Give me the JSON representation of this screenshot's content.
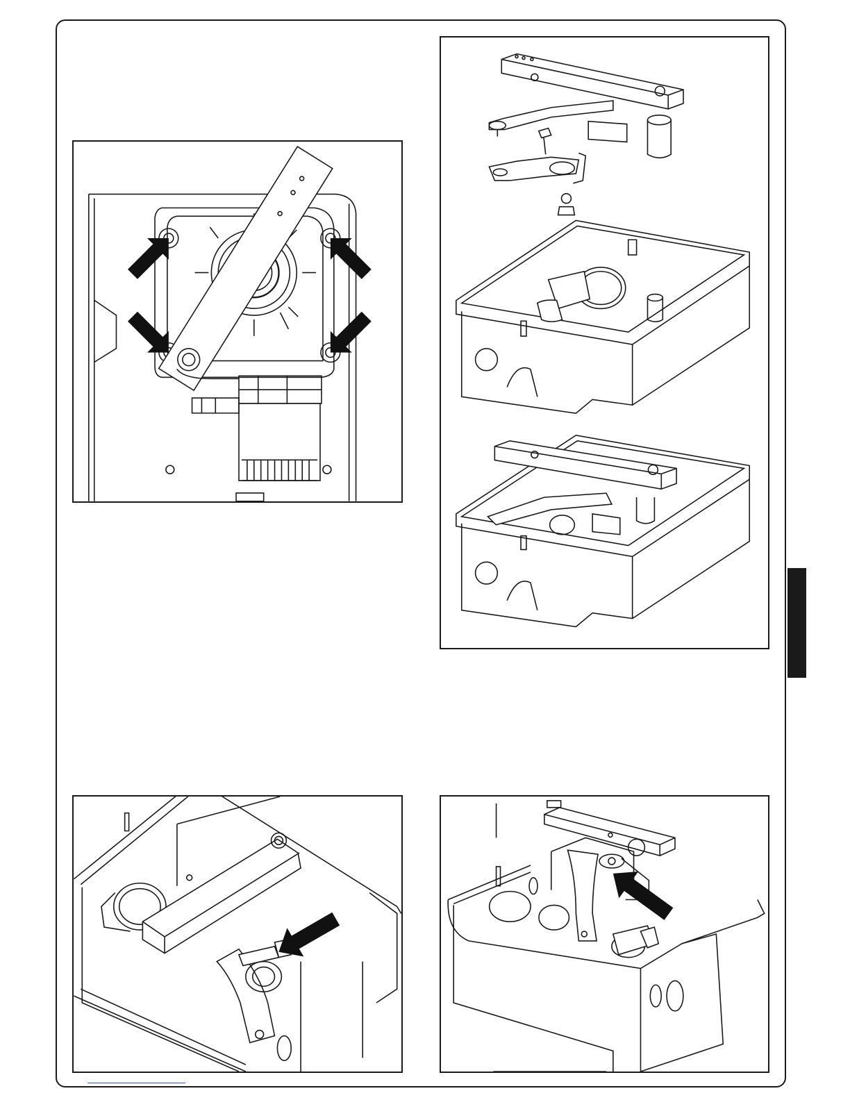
{
  "page": {
    "figures": [
      {
        "id": "fig1",
        "icon": "motor-top-view-four-arrows"
      },
      {
        "id": "fig2",
        "icon": "lever-assembly-exploded-view"
      },
      {
        "id": "fig3",
        "icon": "lever-bolt-arrow"
      },
      {
        "id": "fig4",
        "icon": "lever-fixing-arrow"
      }
    ],
    "side_tab_color": "#1a1a1a",
    "footer_rule_color": "#3355cc",
    "line_color": "#1a1a1a",
    "arrow_color": "#111111"
  }
}
